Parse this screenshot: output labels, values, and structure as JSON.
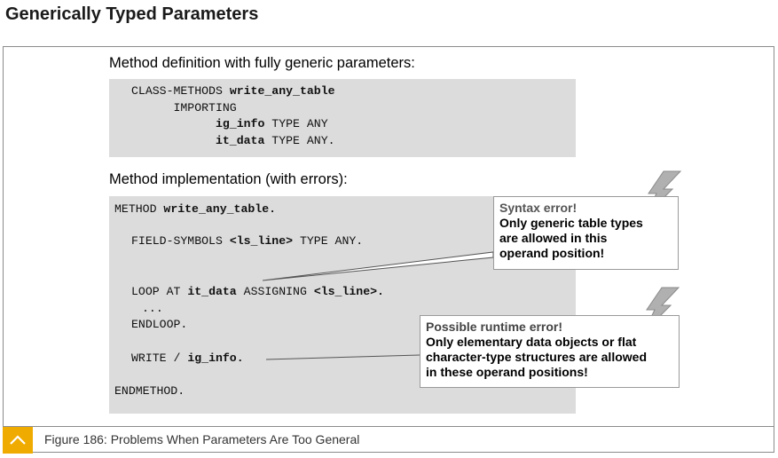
{
  "page_title": "Generically Typed Parameters",
  "definition": {
    "label": "Method definition with fully generic parameters:",
    "code": [
      {
        "kw": "CLASS-METHODS",
        "name": "write_any_table"
      },
      {
        "kw": "IMPORTING"
      },
      {
        "name": "ig_info",
        "kw": "TYPE ANY"
      },
      {
        "name": "it_data",
        "kw": "TYPE ANY."
      }
    ]
  },
  "implementation": {
    "label": "Method implementation (with errors):",
    "line_method_kw": "METHOD",
    "line_method_name": "write_any_table.",
    "line_fs_kw": "FIELD-SYMBOLS",
    "line_fs_name": "<ls_line>",
    "line_fs_type": "TYPE ANY.",
    "line_loop_kw": "LOOP AT",
    "line_loop_name": "it_data",
    "line_loop_kw2": "ASSIGNING",
    "line_loop_name2": "<ls_line>.",
    "line_dots": "...",
    "line_endloop": "ENDLOOP.",
    "line_write_kw": "WRITE /",
    "line_write_name": "ig_info.",
    "line_endmethod": "ENDMETHOD."
  },
  "callouts": {
    "syntax": {
      "title": "Syntax error!",
      "body": [
        "Only generic table types",
        "are allowed in this",
        "operand position!"
      ]
    },
    "runtime": {
      "title": "Possible runtime error!",
      "body": [
        "Only elementary data objects or flat",
        "character-type structures are allowed",
        "in these operand positions!"
      ]
    }
  },
  "caption": "Figure 186: Problems When Parameters Are Too General",
  "colors": {
    "code_bg": "#dcdcdc",
    "caption_accent": "#f0ab00",
    "lightning": "#b0b0b0"
  },
  "icons": [
    "lightning-icon",
    "chevron-up-icon"
  ]
}
